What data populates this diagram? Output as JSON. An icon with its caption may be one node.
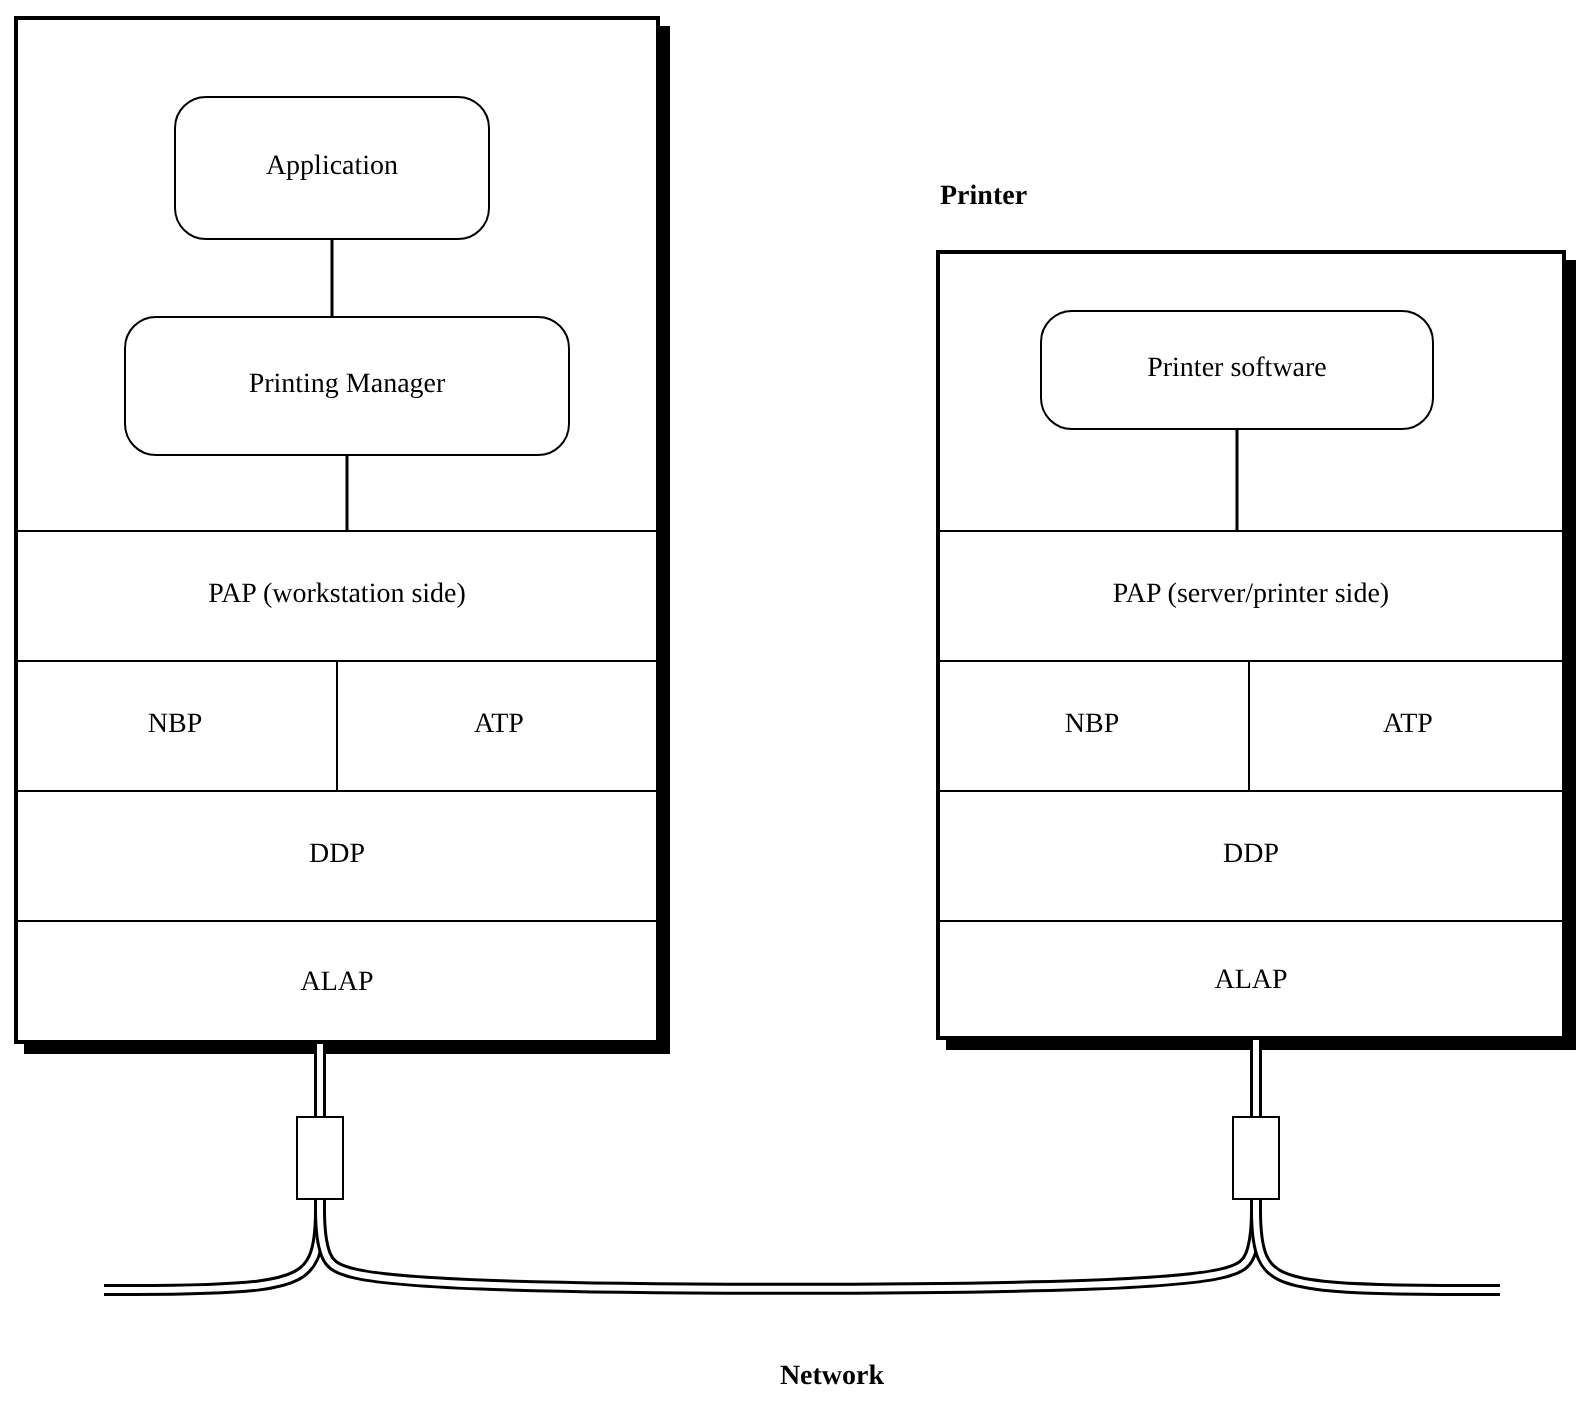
{
  "diagram": {
    "nodes": [
      {
        "text": [],
        "shape": "box"
      },
      {
        "text": [
          "Application"
        ],
        "in": 0
      },
      {
        "text": [
          "Printing Manager"
        ],
        "in": 0
      },
      {
        "text": [
          "PAP (workstation side)"
        ],
        "in": 0
      },
      {
        "text": [
          "NBP"
        ],
        "in": 0
      },
      {
        "text": [
          "ATP"
        ],
        "in": 0
      },
      {
        "text": [
          "DDP"
        ],
        "in": 0
      },
      {
        "text": [
          "ALAP"
        ],
        "in": 0
      },
      {
        "text": [
          "Printer"
        ]
      },
      {
        "text": [
          "Printer software"
        ],
        "in": 8
      },
      {
        "text": [
          "PAP (server/printer side)"
        ],
        "in": 8
      },
      {
        "text": [
          "NBP"
        ],
        "in": 8
      },
      {
        "text": [
          "ATP"
        ],
        "in": 8
      },
      {
        "text": [
          "DDP"
        ],
        "in": 8
      },
      {
        "text": [
          "ALAP"
        ],
        "in": 8
      },
      {
        "text": [],
        "shape": "box"
      },
      {
        "text": [],
        "shape": "box"
      }
    ],
    "edges": [
      {
        "from": 1,
        "to": 2,
        "arrow": "none"
      },
      {
        "from": 2,
        "to": 3,
        "arrow": "none"
      },
      {
        "from": 9,
        "to": 10,
        "arrow": "none"
      },
      {
        "from": 7,
        "to": 15,
        "arrow": "none"
      },
      {
        "from": 14,
        "to": 16,
        "arrow": "none"
      },
      {
        "from": null,
        "to": 15,
        "arrow": "none"
      },
      {
        "from": 15,
        "to": 16,
        "arrow": "none"
      },
      {
        "from": 16,
        "to": null,
        "arrow": "none"
      }
    ],
    "labels": [
      "Network"
    ]
  }
}
